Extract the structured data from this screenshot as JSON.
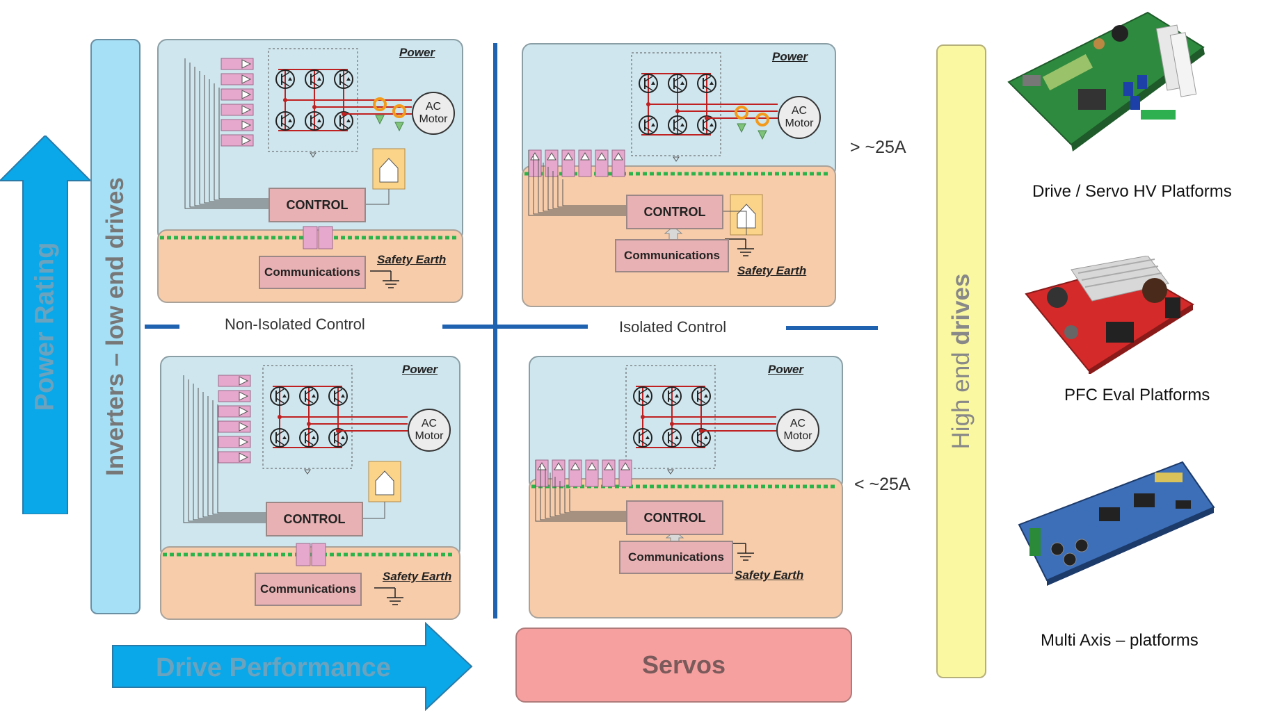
{
  "axes": {
    "power_rating": "Power Rating",
    "drive_performance": "Drive Performance"
  },
  "bars": {
    "left": "Inverters – low end drives",
    "right_normal": "High end ",
    "right_bold": "drives",
    "servos": "Servos"
  },
  "quadrants": {
    "non_isolated_label": "Non-Isolated Control",
    "isolated_label": "Isolated Control",
    "power": "Power",
    "control": "CONTROL",
    "communications": "Communications",
    "safety_earth": "Safety Earth",
    "motor_line1": "AC",
    "motor_line2": "Motor"
  },
  "current_ranges": {
    "high": "> ~25A",
    "low": "< ~25A"
  },
  "platforms": [
    {
      "label": "Drive / Servo HV Platforms"
    },
    {
      "label": "PFC Eval Platforms"
    },
    {
      "label": "Multi Axis – platforms"
    }
  ],
  "colors": {
    "arrow_blue": "#0aa8e8",
    "power_zone": "#cfe6ee",
    "control_zone": "#f7ccaa",
    "control_box": "#e8b1b3",
    "isolation_line": "#2bb34a",
    "divider_blue": "#1f62b0",
    "servos_bar": "#f7a0a0",
    "high_end_bar": "#fbf8a2",
    "low_end_bar": "#a6e0f7"
  }
}
